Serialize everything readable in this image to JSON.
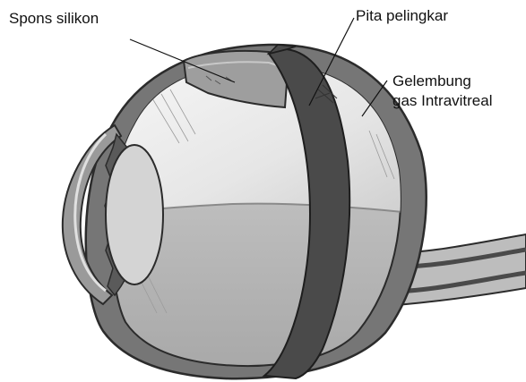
{
  "diagram": {
    "labels": {
      "silicone_sponge": "Spons silikon",
      "encircling_band": "Pita pelingkar",
      "gas_bubble_line1": "Gelembung",
      "gas_bubble_line2": "gas Intravitreal"
    },
    "colors": {
      "outline": "#2b2b2b",
      "sclera": "#6e6e6e",
      "band": "#4a4a4a",
      "gas_bubble": "#ececec",
      "vitreous_fluid": "#c4c4c4",
      "lens": "#d0d0d0"
    }
  }
}
